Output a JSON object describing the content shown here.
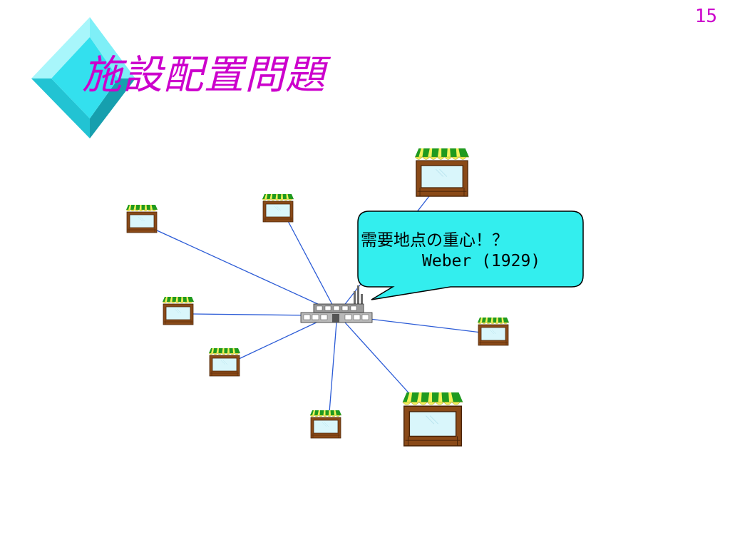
{
  "page_number": "15",
  "title": "施設配置問題",
  "callout": {
    "line1": "需要地点の重心！？",
    "line2": "Weber (1929)"
  },
  "colors": {
    "title": "#cc00cc",
    "page_number": "#cc00cc",
    "diamond_main": "#33e0ee",
    "diamond_light": "#a8f6fb",
    "diamond_dark": "#1eb3c3",
    "callout_fill": "#33eeee",
    "connector_line": "#2b5bd6",
    "awning_green": "#1f9a1f",
    "awning_yellow": "#f4f25a",
    "shop_brown": "#8a4a18",
    "shop_window": "#d9f6fb"
  },
  "icons": {
    "decoration": "diamond-bullet-icon",
    "facility": "factory-icon",
    "demand_point": "shop-icon"
  }
}
